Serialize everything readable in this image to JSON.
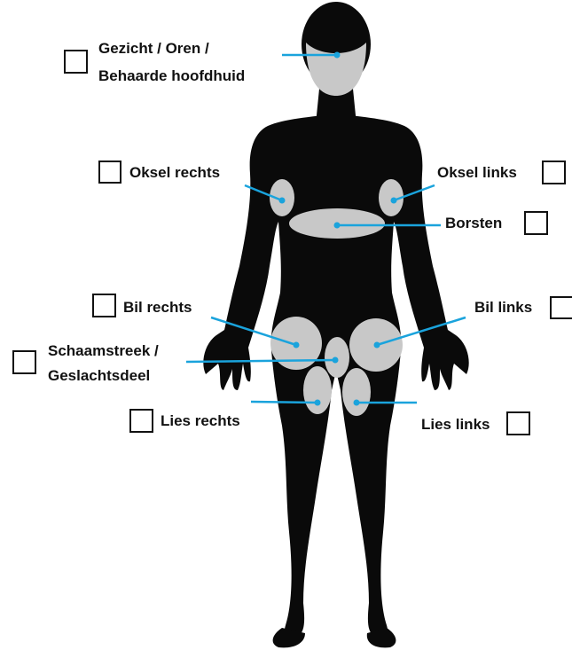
{
  "colors": {
    "body": "#0a0a0a",
    "region": "#c8c8c8",
    "leader": "#1aa3dc",
    "checkbox_border": "#111111"
  },
  "regions": {
    "face": {
      "line1": "Gezicht / Oren /",
      "line2": "Behaarde hoofdhuid"
    },
    "armpit_right": {
      "label": "Oksel rechts"
    },
    "armpit_left": {
      "label": "Oksel links"
    },
    "breasts": {
      "label": "Borsten"
    },
    "buttock_right": {
      "label": "Bil rechts"
    },
    "buttock_left": {
      "label": "Bil links"
    },
    "pubic": {
      "line1": "Schaamstreek /",
      "line2": "Geslachtsdeel"
    },
    "groin_right": {
      "label": "Lies rechts"
    },
    "groin_left": {
      "label": "Lies links"
    }
  }
}
